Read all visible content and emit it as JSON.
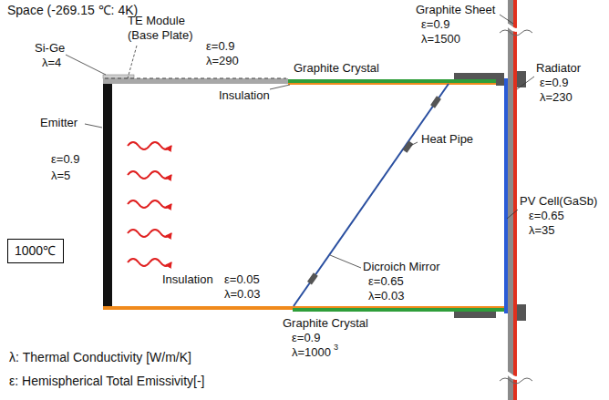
{
  "diagram": {
    "nodes": [
      {
        "text": [
          "1000℃"
        ]
      }
    ],
    "labels": [
      "Space (-269.15 ℃: 4K)",
      "TE Module",
      "(Base Plate)",
      "ε=0.9",
      "λ=290",
      "Si-Ge",
      "λ=4",
      "Graphite Sheet",
      "ε=0.9",
      "λ=1500",
      "Graphite Crystal",
      "Radiator",
      "ε=0.9",
      "λ=230",
      "Insulation",
      "Heat Pipe",
      "Emitter",
      "ε=0.9",
      "λ=5",
      "PV Cell(GaSb)",
      "ε=0.65",
      "λ=35",
      "Insulation",
      "ε=0.05",
      "λ=0.03",
      "Dicroich Mirror",
      "ε=0.65",
      "λ=0.03",
      "Graphite Crystal",
      "ε=0.9",
      "λ=1000",
      "3",
      "λ: Thermal Conductivity [W/m/K]",
      "ε: Hemispherical Total Emissivity[-]"
    ]
  }
}
